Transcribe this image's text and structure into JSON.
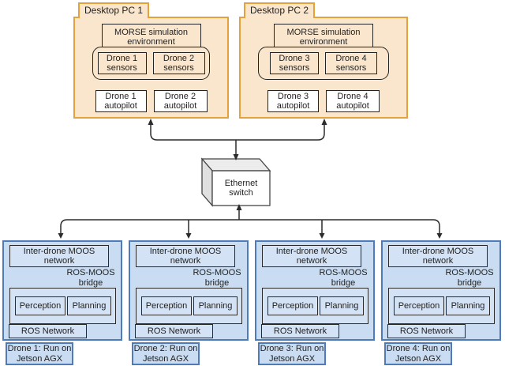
{
  "colors": {
    "orange-border": "#e5a23a",
    "orange-fill": "#fae6cd",
    "blue-border": "#4f7cb8",
    "blue-fill": "#c9dcf1",
    "blue-inner": "#d3e2f5",
    "line": "#2b2b2b"
  },
  "desktop_pcs": [
    {
      "title": "Desktop PC 1",
      "environment": "MORSE simulation environment",
      "sensors": [
        "Drone 1 sensors",
        "Drone 2 sensors"
      ],
      "autopilots": [
        "Drone 1 autopilot",
        "Drone 2 autopilot"
      ]
    },
    {
      "title": "Desktop PC 2",
      "environment": "MORSE simulation environment",
      "sensors": [
        "Drone 3 sensors",
        "Drone 4 sensors"
      ],
      "autopilots": [
        "Drone 3 autopilot",
        "Drone 4 autopilot"
      ]
    }
  ],
  "ethernet_switch": {
    "label": "Ethernet switch"
  },
  "drones": [
    {
      "network": "Inter-drone MOOS network",
      "bridge": "ROS-MOOS bridge",
      "modules": [
        "Perception",
        "Planning"
      ],
      "ros": "ROS Network",
      "caption": "Drone 1: Run on Jetson AGX"
    },
    {
      "network": "Inter-drone MOOS network",
      "bridge": "ROS-MOOS bridge",
      "modules": [
        "Perception",
        "Planning"
      ],
      "ros": "ROS Network",
      "caption": "Drone 2: Run on Jetson AGX"
    },
    {
      "network": "Inter-drone MOOS network",
      "bridge": "ROS-MOOS bridge",
      "modules": [
        "Perception",
        "Planning"
      ],
      "ros": "ROS Network",
      "caption": "Drone 3: Run on Jetson AGX"
    },
    {
      "network": "Inter-drone MOOS network",
      "bridge": "ROS-MOOS bridge",
      "modules": [
        "Perception",
        "Planning"
      ],
      "ros": "ROS Network",
      "caption": "Drone 4: Run on Jetson AGX"
    }
  ]
}
